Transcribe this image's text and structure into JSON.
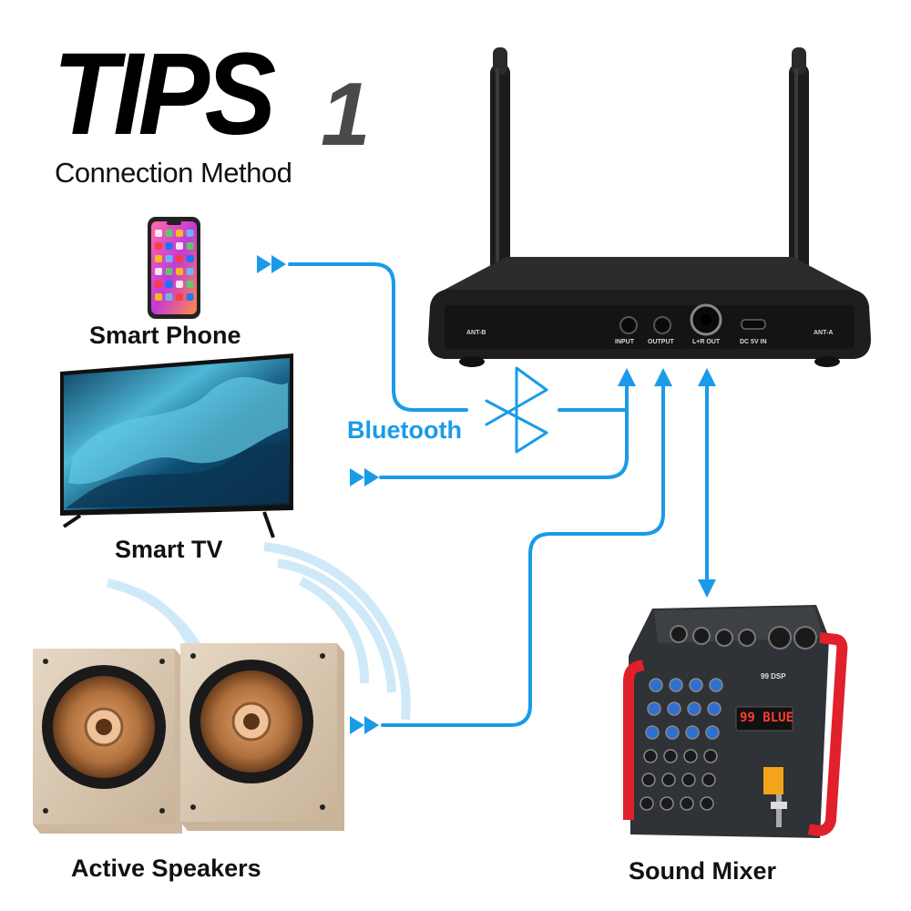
{
  "header": {
    "title": "TIPS",
    "title_number": "1",
    "subtitle": "Connection Method"
  },
  "devices": {
    "smart_phone": "Smart Phone",
    "smart_tv": "Smart TV",
    "active_speakers": "Active Speakers",
    "sound_mixer": "Sound Mixer"
  },
  "connection": {
    "bluetooth_label": "Bluetooth"
  },
  "receiver": {
    "ports": {
      "ant_b": "ANT-B",
      "input": "INPUT",
      "output": "OUTPUT",
      "lr_out": "L+R OUT",
      "dc_in": "DC 5V IN",
      "ant_a": "ANT-A"
    }
  },
  "mixer": {
    "display": "99 BLUE",
    "panel_label": "99 DSP"
  },
  "colors": {
    "accent_blue": "#1a9be8",
    "receiver_body": "#1e1e1e",
    "speaker_wood": "#d9c7b0",
    "mixer_red": "#e0202a"
  }
}
